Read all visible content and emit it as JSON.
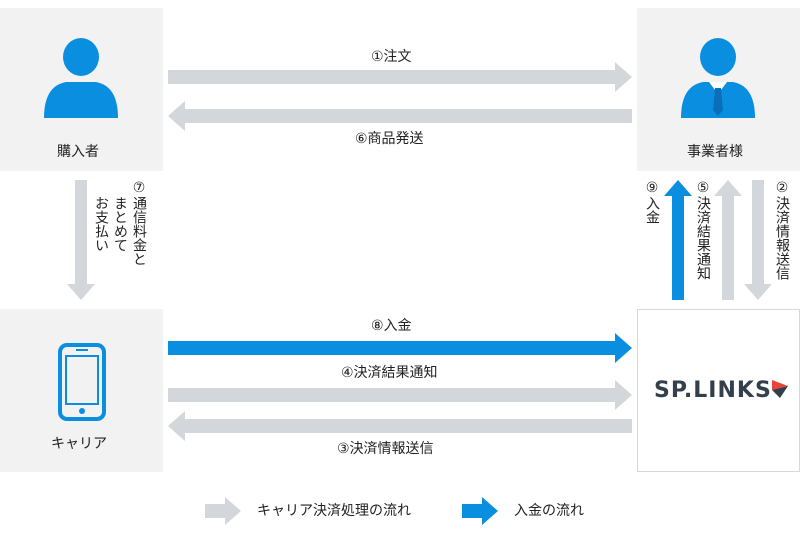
{
  "nodes": {
    "buyer": "購入者",
    "merchant": "事業者様",
    "carrier": "キャリア",
    "splinks": "SP.LINKS"
  },
  "steps": {
    "s1": "①注文",
    "s2": "②決済情報送信",
    "s3": "③決済情報送信",
    "s4": "④決済結果通知",
    "s5": "⑤決済結果通知",
    "s6": "⑥商品発送",
    "s7_line1": "⑦通信料金と",
    "s7_line2": "まとめて",
    "s7_line3": "お支払い",
    "s8": "⑧入金",
    "s9": "⑨入金"
  },
  "legend": {
    "gray": "キャリア決済処理の流れ",
    "blue": "入金の流れ"
  },
  "colors": {
    "gray_arrow": "#d3d6db",
    "blue_arrow": "#0a8fe0",
    "person": "#0a8fe0",
    "node_bg": "#f2f2f2"
  },
  "icons": {
    "buyer": "person-icon",
    "merchant": "businessman-icon",
    "carrier": "smartphone-icon"
  }
}
